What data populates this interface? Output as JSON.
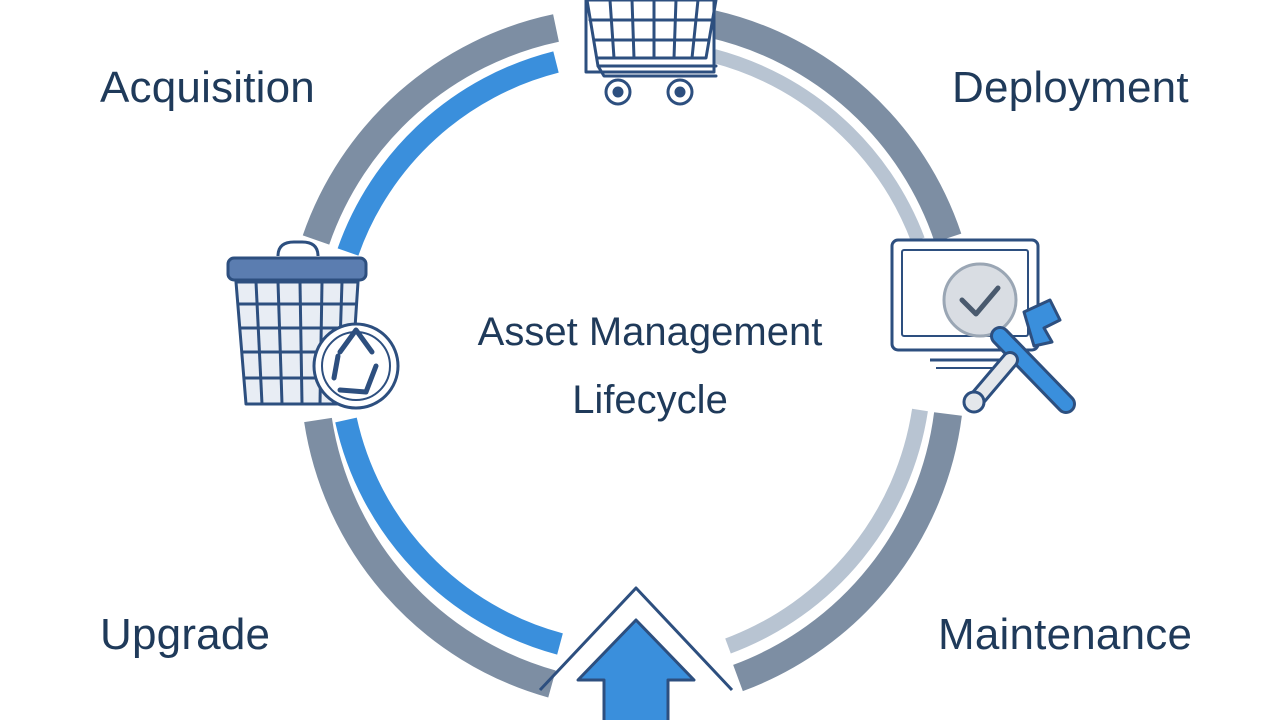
{
  "diagram": {
    "center_title_lines": [
      "Asset Management",
      "Lifecycle"
    ],
    "stages": {
      "acquisition": "Acquisition",
      "deployment": "Deployment",
      "upgrade": "Upgrade",
      "maintenance": "Maintenance"
    },
    "icons": {
      "top": "shopping-cart-icon",
      "right": "computer-wrench-icon",
      "left": "recycle-bin-icon",
      "bottom": "up-arrow-icon"
    },
    "colors": {
      "text": "#1f3a5a",
      "ring_outer": "#7d8ea3",
      "ring_inner": "#b8c4d2",
      "accent_blue": "#3a8fdc",
      "icon_stroke": "#2d4f7f",
      "icon_fill": "#5b7db0"
    }
  }
}
